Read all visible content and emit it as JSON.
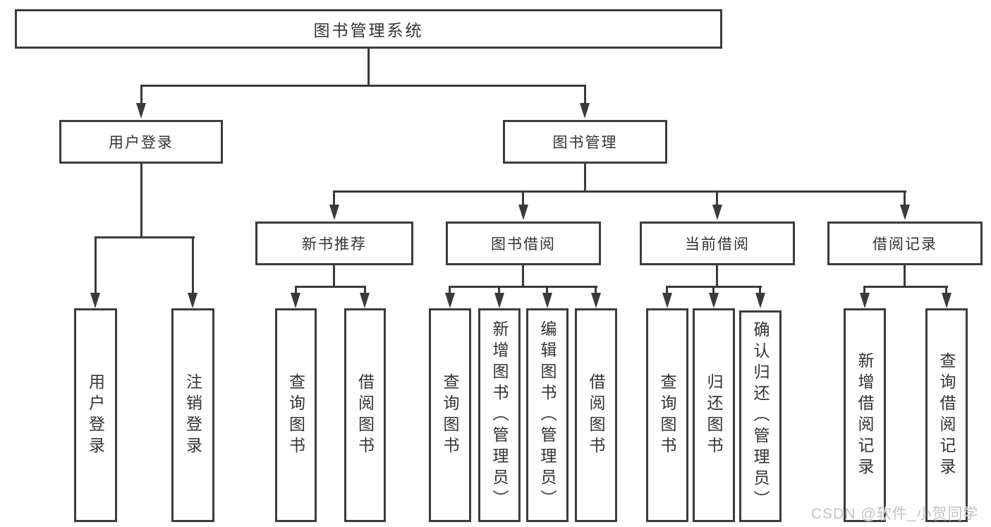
{
  "diagram": {
    "root": {
      "label": "图书管理系统"
    },
    "user_login": {
      "label": "用户登录",
      "leaves": [
        "用户登录",
        "注销登录"
      ]
    },
    "book_management": {
      "label": "图书管理",
      "sections": [
        {
          "label": "新书推荐",
          "leaves": [
            "查询图书",
            "借阅图书"
          ]
        },
        {
          "label": "图书借阅",
          "leaves": [
            "查询图书",
            "新增图书（管理员）",
            "编辑图书（管理员）",
            "借阅图书"
          ]
        },
        {
          "label": "当前借阅",
          "leaves": [
            "查询图书",
            "归还图书",
            "确认归还（管理员）"
          ]
        },
        {
          "label": "借阅记录",
          "leaves": [
            "新增借阅记录",
            "查询借阅记录"
          ]
        }
      ]
    }
  },
  "watermark": {
    "text": "CSDN @软件_小贺同学"
  },
  "colors": {
    "line": "#3a3a3a",
    "box_border": "#3c3c3c",
    "text": "#333333",
    "watermark": "#c3c3c3",
    "background": "#ffffff"
  }
}
